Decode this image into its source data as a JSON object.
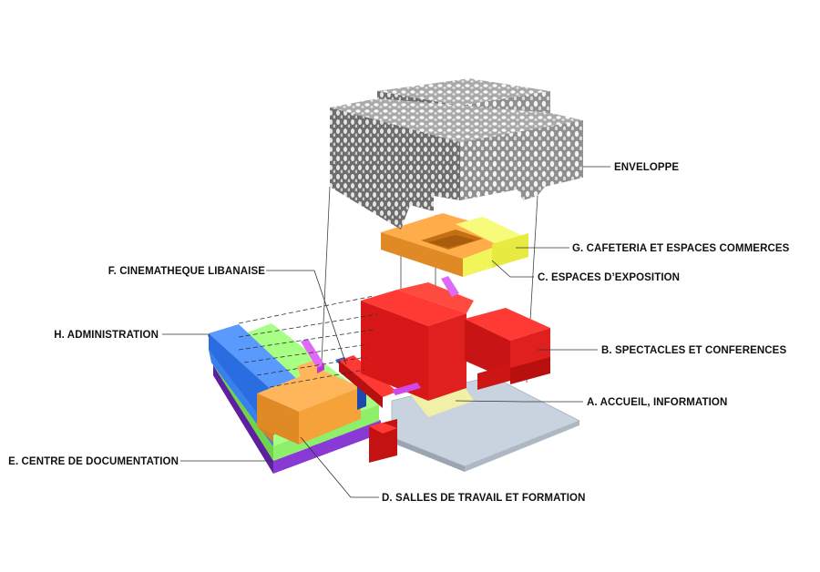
{
  "labels": {
    "enveloppe": "ENVELOPPE",
    "cafeteria": "G. CAFETERIA ET ESPACES COMMERCES",
    "exposition": "C. ESPACES D’EXPOSITION",
    "cinematheque": "F. CINEMATHEQUE LIBANAISE",
    "administration": "H. ADMINISTRATION",
    "spectacles": "B. SPECTACLES ET CONFERENCES",
    "accueil": "A. ACCUEIL, INFORMATION",
    "documentation": "E. CENTRE DE DOCUMENTATION",
    "salles": "D. SALLES DE TRAVAIL ET FORMATION"
  },
  "colors": {
    "enveloppe": "#b8b8b8",
    "cafeteria": "#f2f55a",
    "exposition": "#f5a23a",
    "cinematheque": "#2f5fd0",
    "administration": "#3a7ff0",
    "spectacles": "#e0201e",
    "accueil": "#c9d3df",
    "documentation": "#7a2fc8",
    "salles": "#8ef06a",
    "circulation": "#d048e8"
  }
}
